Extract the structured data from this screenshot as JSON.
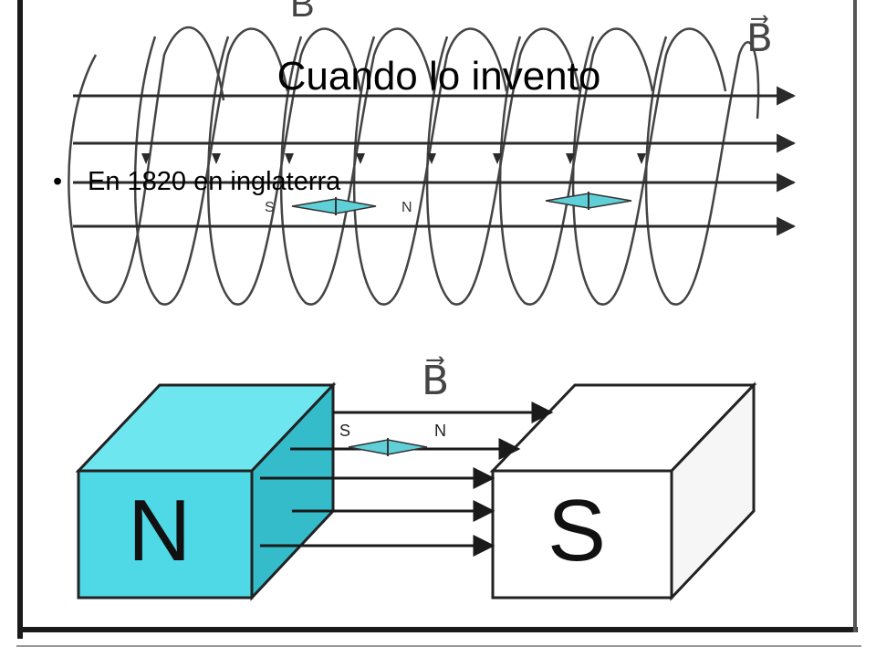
{
  "slide": {
    "title": "Cuando lo invento",
    "bullet_char": "•",
    "bullets": [
      "En 1820 en inglaterra"
    ]
  },
  "figure": {
    "solenoid": {
      "field_label": "B",
      "vector_label": "B⃗",
      "compass_1": {
        "s": "S",
        "n": "N"
      }
    },
    "magnets": {
      "field_label": "B⃗",
      "north_label": "N",
      "south_label": "S",
      "compass": {
        "s": "S",
        "n": "N"
      }
    }
  },
  "colors": {
    "north_face": "#4fd8e6",
    "north_top": "#6ee6f0",
    "north_side": "#34bccb",
    "south_face": "#ffffff",
    "line": "#2a2a2a",
    "compass_fill": "#5fd0d8"
  }
}
